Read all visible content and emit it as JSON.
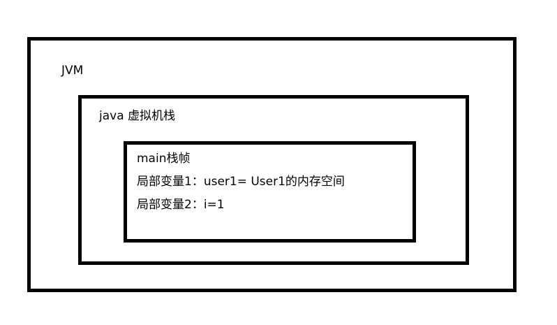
{
  "jvm": {
    "label": "JVM"
  },
  "java_stack": {
    "label": "java 虚拟机栈"
  },
  "main_frame": {
    "title": "main栈帧",
    "lines": [
      "局部变量1：user1= User1的内存空间",
      "局部变量2：i=1"
    ]
  }
}
